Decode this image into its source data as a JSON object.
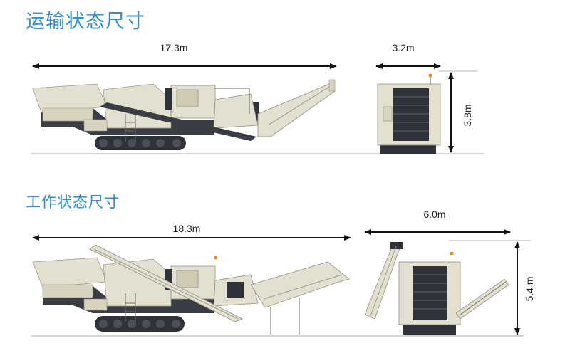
{
  "sections": {
    "transport": {
      "title": "运输状态尺寸",
      "length": "17.3m",
      "width": "3.2m",
      "height": "3.8m"
    },
    "working": {
      "title": "工作状态尺寸",
      "length": "18.3m",
      "width": "6.0m",
      "height": "5.4 m"
    }
  },
  "colors": {
    "title": "#2f8fd0",
    "machine_body": "#e3e0cf",
    "machine_dark": "#3a3d44",
    "dimension_line": "#111111",
    "ground_line": "#b9b9b9"
  }
}
